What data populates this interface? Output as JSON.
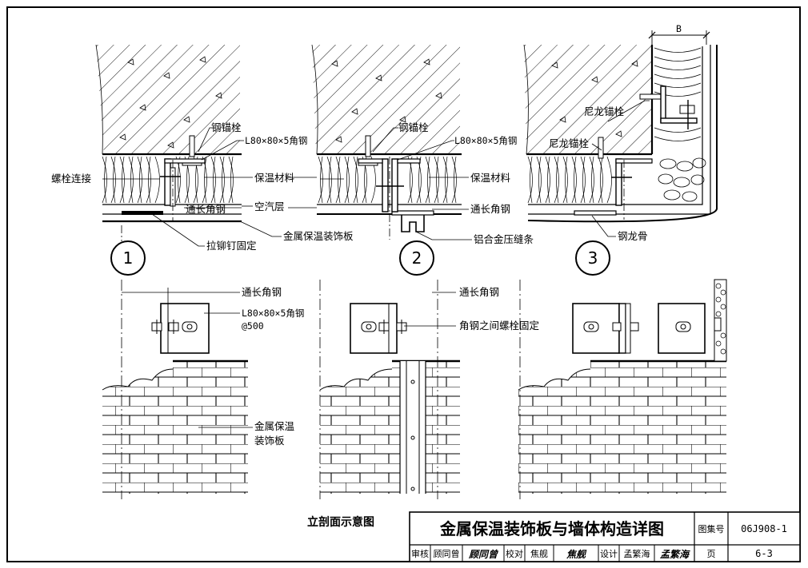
{
  "labels": {
    "gang_mao_shuan": "钢锚栓",
    "angle_steel_spec": "L80×80×5角钢",
    "luo_shuan_lian_jie": "螺栓连接",
    "bao_wen_cai_liao": "保温材料",
    "tong_chang_jiao_gang": "通长角钢",
    "kong_qi_ceng": "空汽层",
    "jin_shu_bao_wen_zhuang_shi_ban": "金属保温装饰板",
    "la_mao_ding_gu_ding": "拉铆钉固定",
    "lv_he_jin_ya_feng_tiao": "铝合金压缝条",
    "ni_long_mao_shuan": "尼龙锚栓",
    "gang_long_gu": "钢龙骨",
    "dim_b": "B",
    "spacing": "@500",
    "jiao_gang_zhi_jian": "角钢之间螺栓固定",
    "jin_shu_bao_wen_l1": "金属保温",
    "jin_shu_bao_wen_l2": "装饰板"
  },
  "details": [
    "1",
    "2",
    "3"
  ],
  "elevation_caption": "立剖面示意图",
  "titleblock": {
    "title": "金属保温装饰板与墙体构造详图",
    "atlas_label": "图集号",
    "atlas_no": "06J908-1",
    "page_label": "页",
    "page_no": "6-3",
    "reviewer_role": "审核",
    "reviewer_name": "顾同曾",
    "reviewer_sig": "顾同曾",
    "checker_role": "校对",
    "checker_name": "焦舰",
    "checker_sig": "焦舰",
    "designer_role": "设计",
    "designer_name": "孟繁海",
    "designer_sig": "孟繁海"
  }
}
